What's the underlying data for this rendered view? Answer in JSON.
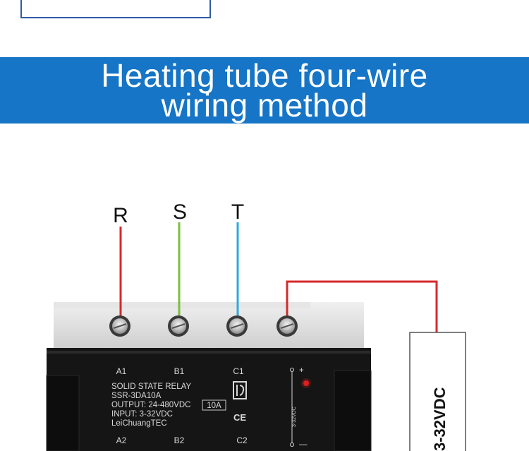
{
  "banner": {
    "line1": "Heating tube four-wire",
    "line2": "wiring method",
    "background_color": "#1675c6"
  },
  "phases": {
    "r": {
      "label": "R",
      "color": "#d42a2a"
    },
    "s": {
      "label": "S",
      "color": "#7bbf3a"
    },
    "t": {
      "label": "T",
      "color": "#2fa9dd"
    }
  },
  "relay": {
    "top_terminals": [
      "A1",
      "B1",
      "C1"
    ],
    "bottom_terminals": [
      "A2",
      "B2",
      "C2"
    ],
    "info_lines": [
      "SOLID STATE RELAY",
      "SSR-3DA10A",
      "OUTPUT: 24-480VDC",
      "INPUT: 3-32VDC",
      "LeiChuangTEC"
    ],
    "current_rating": "10A",
    "ce_mark": "CE",
    "input_side_label": "3-32VDC",
    "plus_sign": "+",
    "minus_sign": "—",
    "logo_icon": "leichuang-logo-icon"
  },
  "control_supply": {
    "label": "3-32VDC",
    "wire_color": "#d42a2a"
  }
}
